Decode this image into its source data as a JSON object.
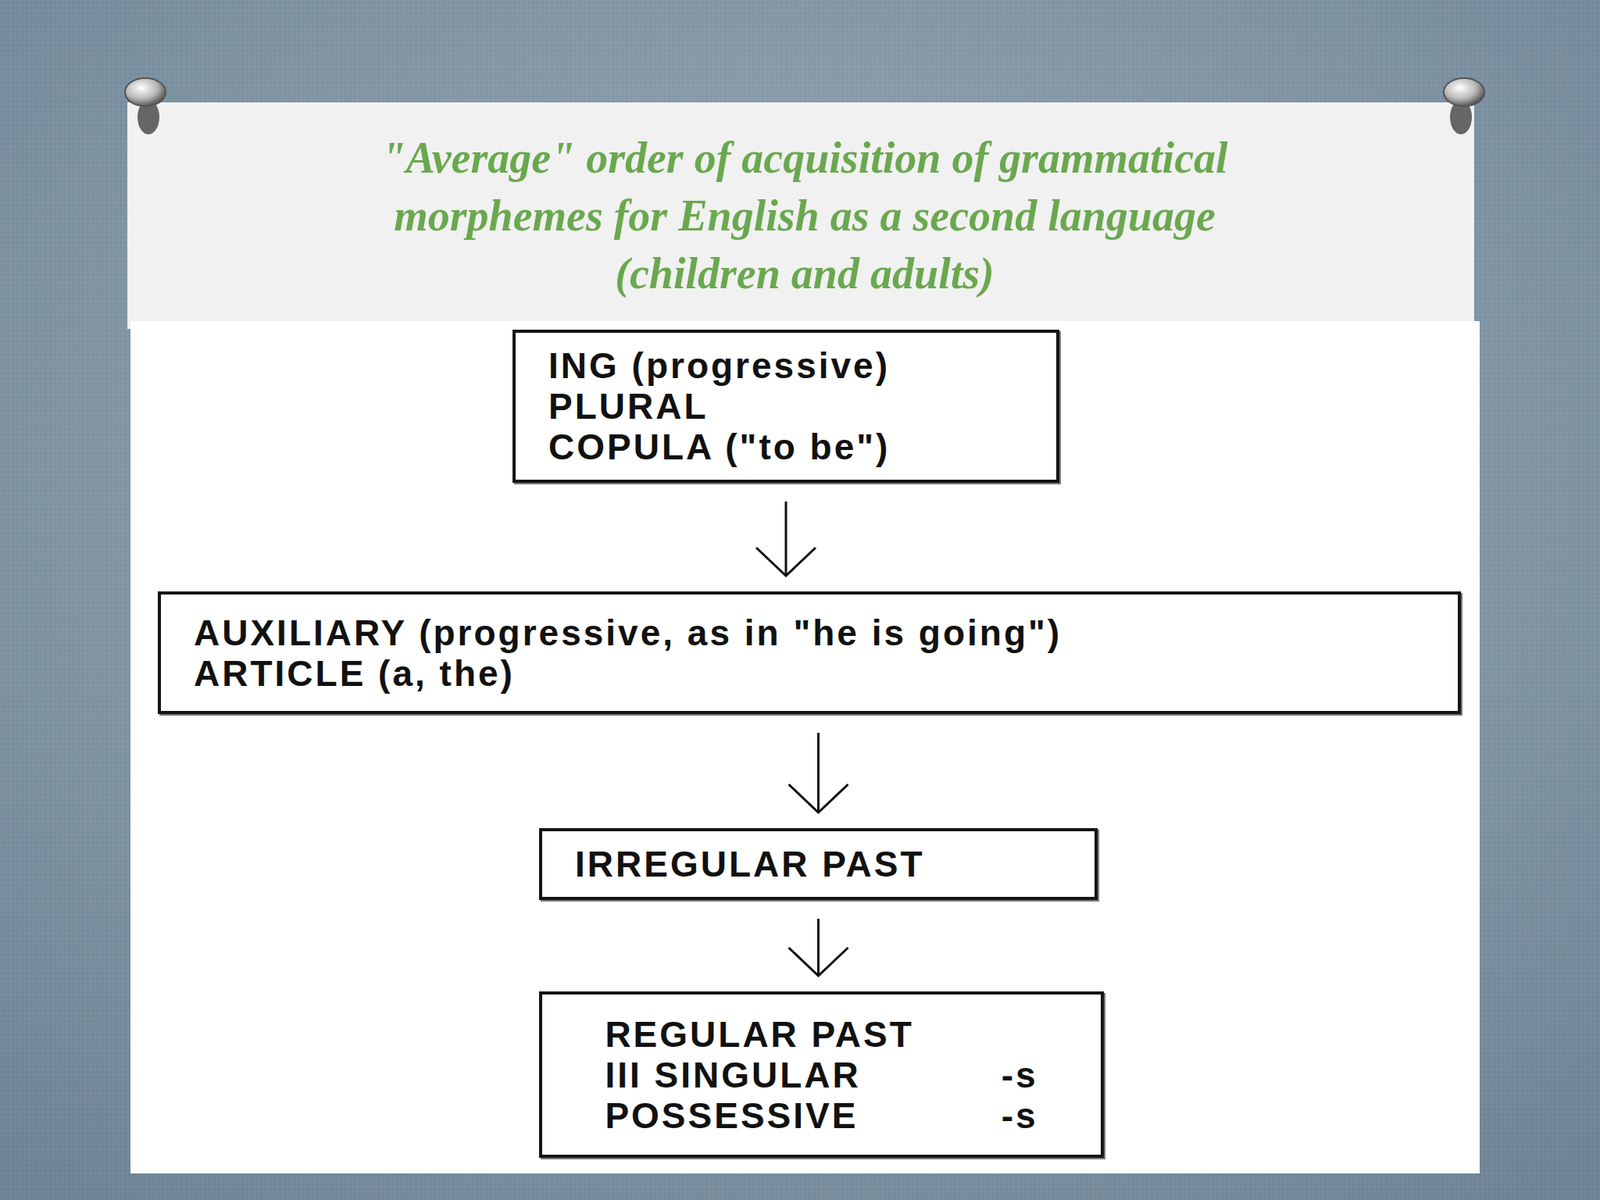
{
  "diagram": {
    "title": "\"Average\" order of acquisition of grammatical morphemes for English as a second language (children and adults)",
    "nodes": [
      {
        "text": [
          "ING (progressive)",
          "PLURAL",
          "COPULA (\"to be\")"
        ]
      },
      {
        "text": [
          "AUXILIARY (progressive, as in \"he is going\")",
          "ARTICLE (a, the)"
        ]
      },
      {
        "text": [
          "IRREGULAR PAST"
        ]
      },
      {
        "text": [
          "REGULAR PAST",
          "III SINGULAR",
          "-s",
          "POSSESSIVE",
          "-s"
        ]
      }
    ],
    "edges": [
      {
        "from": 0,
        "to": 1,
        "arrow": "to"
      },
      {
        "from": 1,
        "to": 2,
        "arrow": "to"
      },
      {
        "from": 2,
        "to": 3,
        "arrow": "to"
      }
    ]
  }
}
